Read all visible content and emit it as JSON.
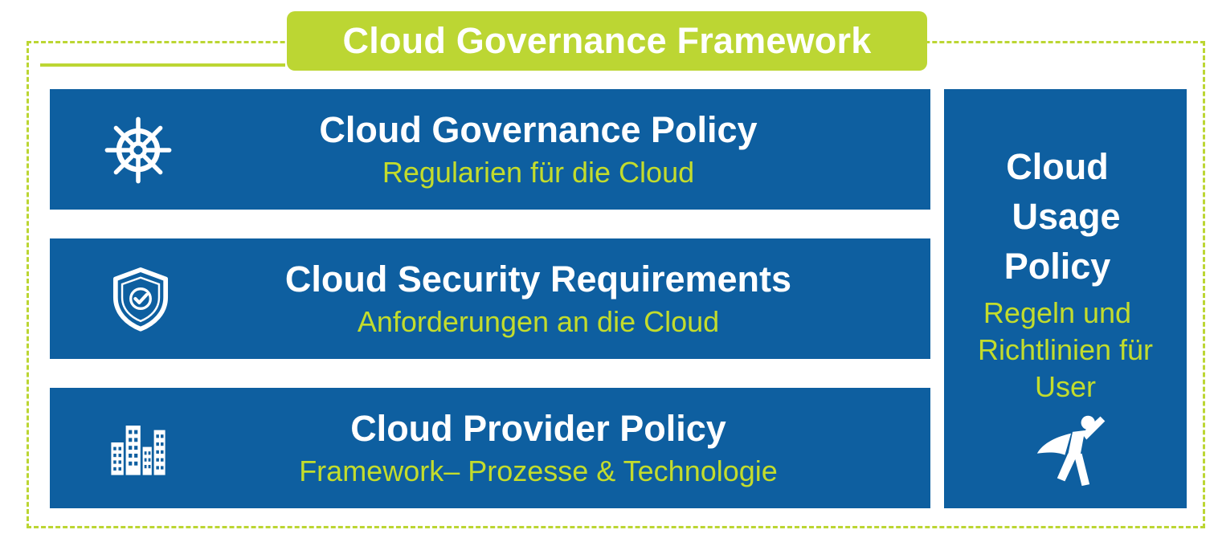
{
  "title": "Cloud Governance Framework",
  "colors": {
    "accent": "#bcd633",
    "panel": "#0e5fa0",
    "subtitle": "#c3dc2c",
    "text": "#ffffff"
  },
  "layers": [
    {
      "title": "Cloud Governance Policy",
      "subtitle": "Regularien für die Cloud",
      "icon": "ship-wheel-icon"
    },
    {
      "title": "Cloud Security Requirements",
      "subtitle": "Anforderungen an die Cloud",
      "icon": "shield-check-icon"
    },
    {
      "title": "Cloud Provider Policy",
      "subtitle": "Framework– Prozesse & Technologie",
      "icon": "buildings-icon"
    }
  ],
  "side": {
    "title_lines": [
      "Cloud",
      "Usage",
      "Policy"
    ],
    "subtitle_lines": [
      "Regeln und",
      "Richtlinien für",
      "User"
    ],
    "icon": "superhero-icon"
  }
}
